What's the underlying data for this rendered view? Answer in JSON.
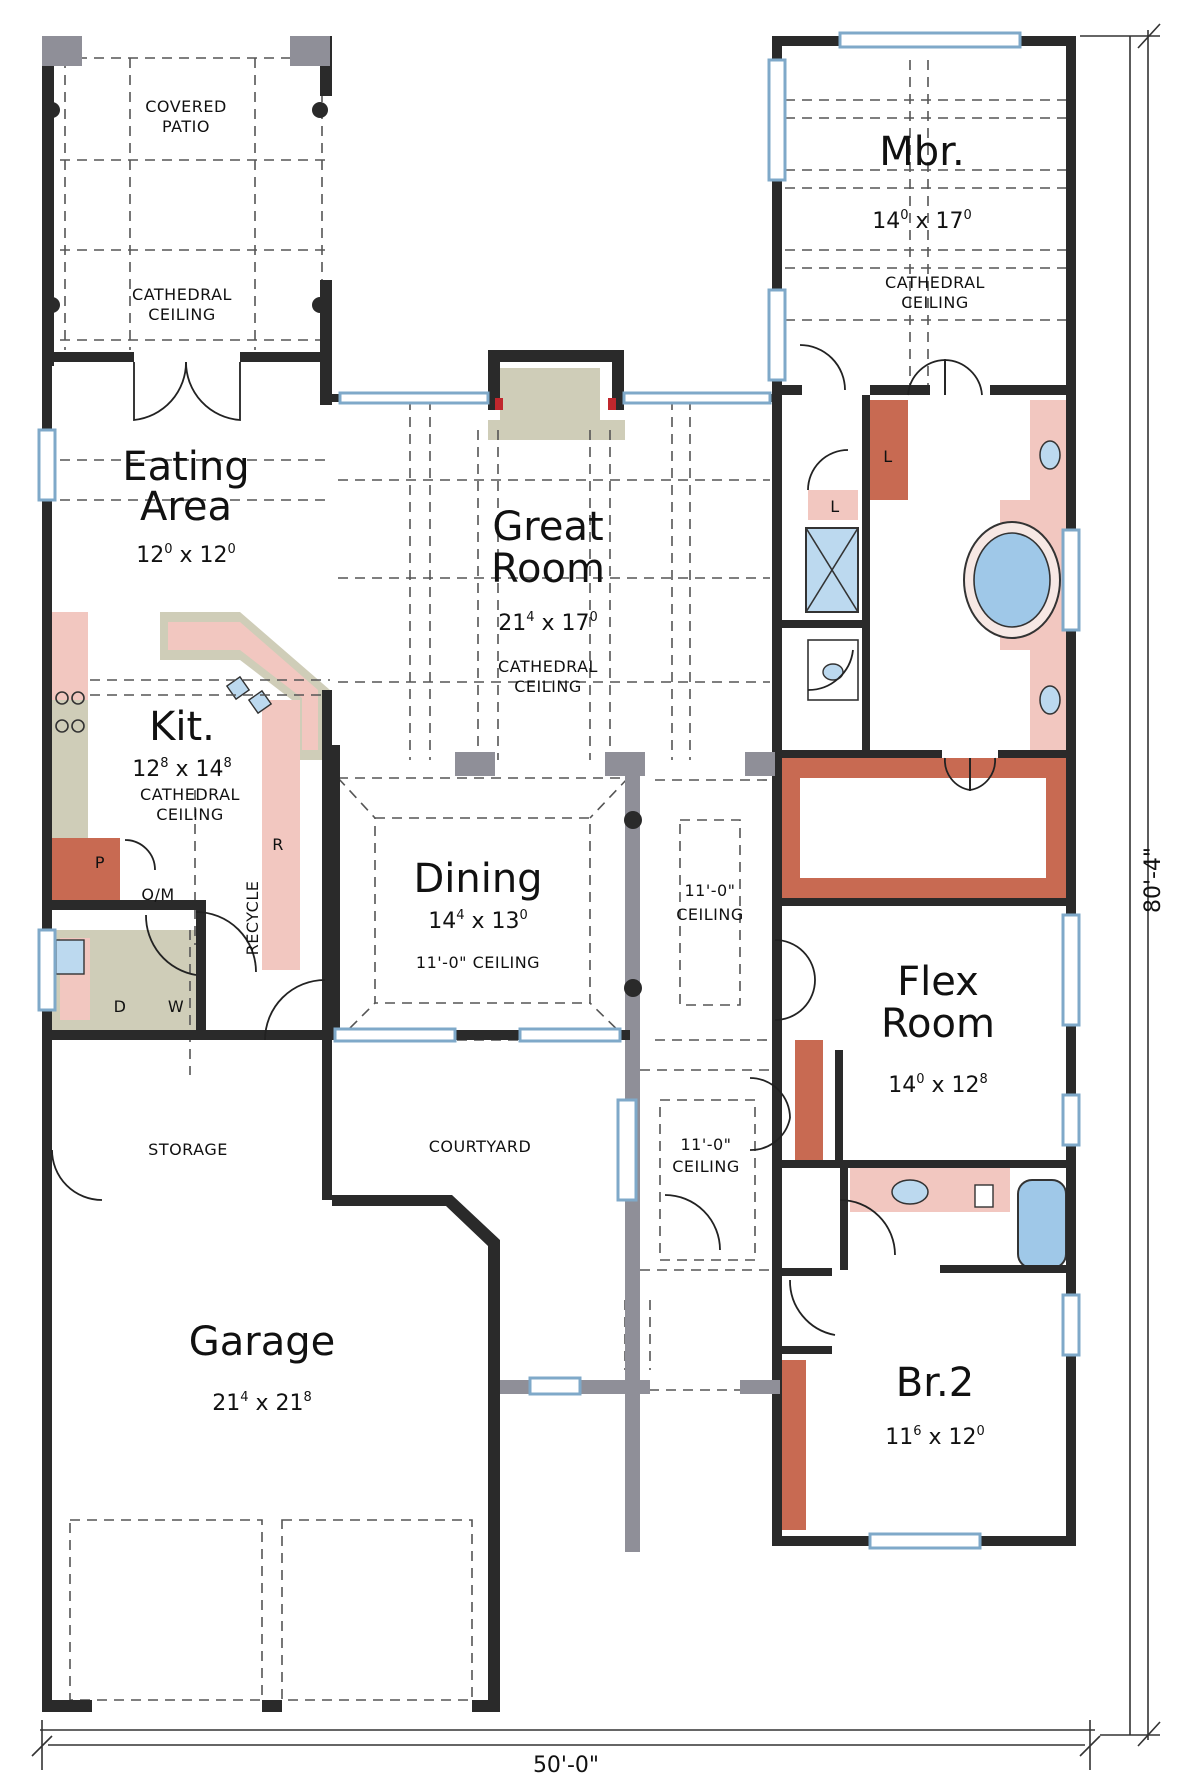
{
  "rooms": {
    "covered_patio": {
      "line1": "COVERED",
      "line2": "PATIO",
      "ceiling1": "CATHEDRAL",
      "ceiling2": "CEILING"
    },
    "eating": {
      "line1": "Eating",
      "line2": "Area",
      "w": "12",
      "wi": "0",
      "x": "x",
      "d": "12",
      "di": "0"
    },
    "great": {
      "line1": "Great",
      "line2": "Room",
      "w": "21",
      "wi": "4",
      "x": "x",
      "d": "17",
      "di": "0",
      "ceiling1": "CATHEDRAL",
      "ceiling2": "CEILING"
    },
    "kitchen": {
      "line1": "Kit.",
      "w": "12",
      "wi": "8",
      "x": "x",
      "d": "14",
      "di": "8",
      "ceiling1": "CATHEDRAL",
      "ceiling2": "CEILING"
    },
    "dining": {
      "line1": "Dining",
      "w": "14",
      "wi": "4",
      "x": "x",
      "d": "13",
      "di": "0",
      "ceiling": "11'-0\" CEILING"
    },
    "hall_ceiling": {
      "line1": "11'-0\"",
      "line2": "CEILING"
    },
    "foyer_ceiling": {
      "line1": "11'-0\"",
      "line2": "CEILING"
    },
    "mbr": {
      "line1": "Mbr.",
      "w": "14",
      "wi": "0",
      "x": "x",
      "d": "17",
      "di": "0",
      "ceiling1": "CATHEDRAL",
      "ceiling2": "CEILING"
    },
    "flex": {
      "line1": "Flex",
      "line2": "Room",
      "w": "14",
      "wi": "0",
      "x": "x",
      "d": "12",
      "di": "8"
    },
    "br2": {
      "line1": "Br.2",
      "w": "11",
      "wi": "6",
      "x": "x",
      "d": "12",
      "di": "0"
    },
    "garage": {
      "line1": "Garage",
      "w": "21",
      "wi": "4",
      "x": "x",
      "d": "21",
      "di": "8"
    },
    "storage": {
      "line1": "STORAGE"
    },
    "courtyard": {
      "line1": "COURTYARD"
    }
  },
  "fixtures": {
    "pantry": "P",
    "oven": "O/M",
    "recycle": "RECYCLE",
    "range": "R",
    "dryer": "D",
    "washer": "W",
    "linen1": "L",
    "linen2": "L"
  },
  "dimensions": {
    "width": "50'-0\"",
    "depth": "80'-4\""
  },
  "colors": {
    "wall": "#2a2a2a",
    "window": "#7fa9c9",
    "counter": "#f2c7c0",
    "cabinet": "#c86a52",
    "fireplace": "#cfcdb8"
  }
}
